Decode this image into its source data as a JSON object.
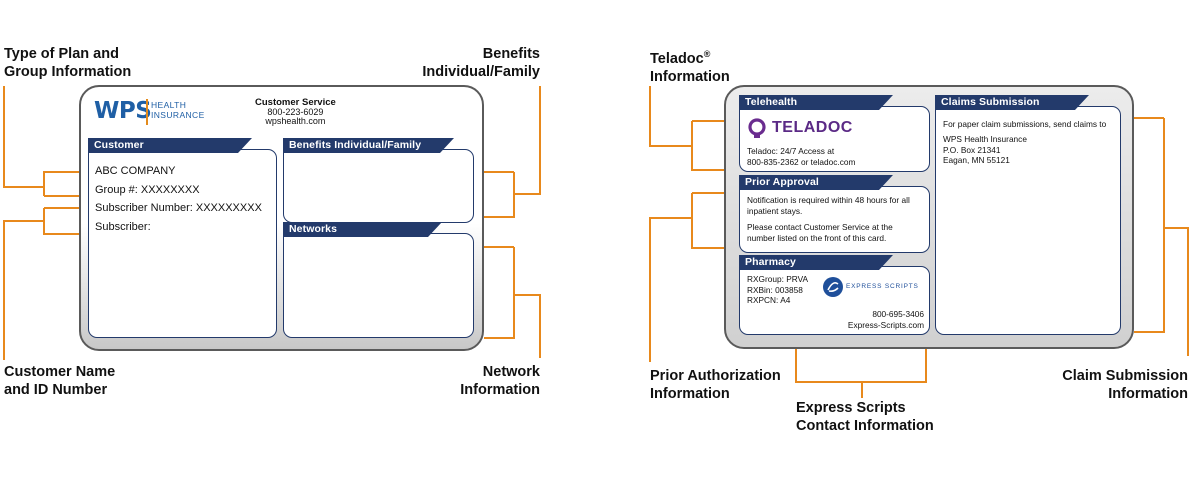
{
  "callouts": {
    "type_of_plan": [
      "Type of Plan and",
      "Group Information"
    ],
    "customer_name": [
      "Customer Name",
      "and ID Number"
    ],
    "benefits": [
      "Benefits",
      "Individual/Family"
    ],
    "network": [
      "Network",
      "Information"
    ],
    "teladoc": [
      "Teladoc",
      "Information"
    ],
    "teladoc_mark": "®",
    "prior_auth": [
      "Prior Authorization",
      "Information"
    ],
    "express_scripts": [
      "Express Scripts",
      "Contact Information"
    ],
    "claim_submission": [
      "Claim Submission",
      "Information"
    ]
  },
  "front": {
    "logo": {
      "wps": "WPS",
      "sub": [
        "HEALTH",
        "INSURANCE"
      ]
    },
    "customer_service": {
      "title": "Customer Service",
      "phone": "800-223-6029",
      "web": "wpshealth.com"
    },
    "customer_tab": "Customer",
    "customer_lines": [
      "ABC COMPANY",
      "Group #: XXXXXXXX",
      "Subscriber Number: XXXXXXXXX",
      "Subscriber:"
    ],
    "benefits_tab": "Benefits  Individual/Family",
    "networks_tab": "Networks"
  },
  "back": {
    "telehealth_tab": "Telehealth",
    "teladoc_logo": "TELADOC",
    "teladoc_text": [
      "Teladoc: 24/7 Access at",
      "800-835-2362 or teladoc.com"
    ],
    "prior_tab": "Prior Approval",
    "prior_text": [
      "Notification is required within 48 hours for all",
      "inpatient stays.",
      "",
      "Please contact Customer Service at the",
      "number listed on the front of this card."
    ],
    "pharmacy_tab": "Pharmacy",
    "pharmacy_lines": [
      "RXGroup: PRVA",
      "RXBin: 003858",
      "RXPCN: A4"
    ],
    "express_logo": "EXPRESS SCRIPTS",
    "express_phone": "800-695-3406",
    "express_web": "Express-Scripts.com",
    "claims_tab": "Claims Submission",
    "claims_intro": "For paper claim submissions, send claims to",
    "claims_address": [
      "WPS Health Insurance",
      "P.O. Box 21341",
      "Eagan, MN 55121"
    ]
  },
  "colors": {
    "navy": "#233a6b",
    "orange": "#e8891c",
    "wps_blue": "#1f5fa5",
    "teladoc_purple": "#6a2c8f"
  }
}
